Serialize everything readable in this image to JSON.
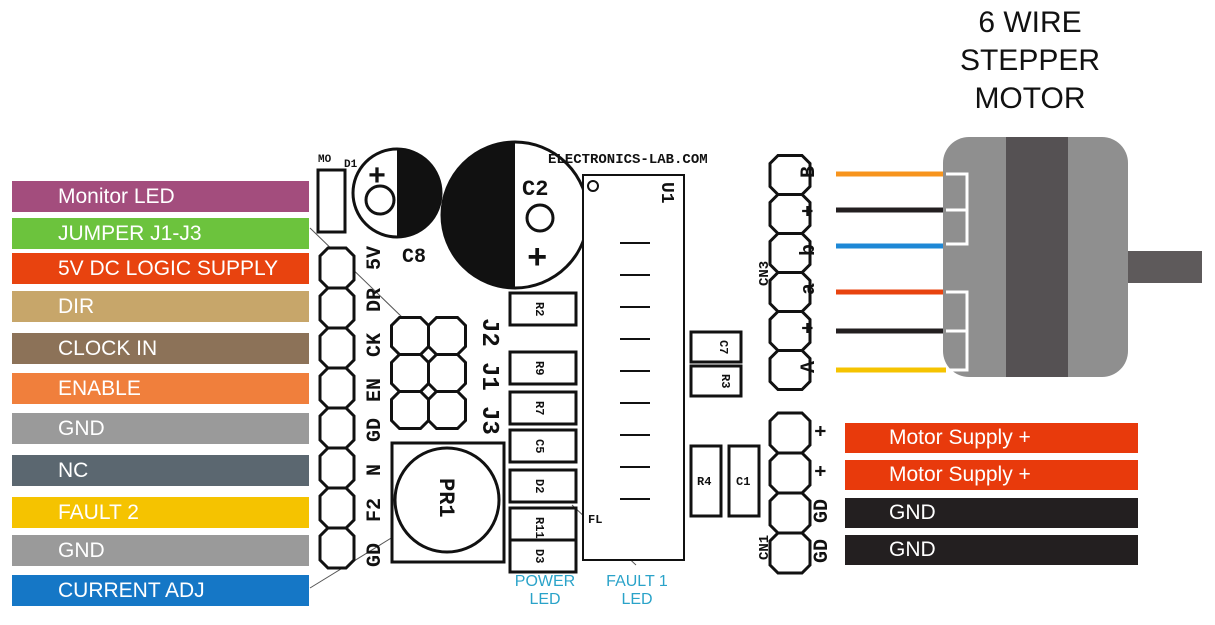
{
  "title_lines": [
    "6 WIRE",
    "STEPPER",
    "MOTOR"
  ],
  "left_labels": [
    {
      "text": "Monitor LED",
      "color": "#a34d7d"
    },
    {
      "text": "JUMPER J1-J3",
      "color": "#6cc33d"
    },
    {
      "text": "5V DC LOGIC SUPPLY",
      "color": "#e8430f"
    },
    {
      "text": "DIR",
      "color": "#c7a66a"
    },
    {
      "text": "CLOCK IN",
      "color": "#8c7258"
    },
    {
      "text": "ENABLE",
      "color": "#f07f3c"
    },
    {
      "text": "GND",
      "color": "#9a9a9a"
    },
    {
      "text": "NC",
      "color": "#5b6770"
    },
    {
      "text": "FAULT 2",
      "color": "#f5c300"
    },
    {
      "text": "GND",
      "color": "#9a9a9a"
    },
    {
      "text": "CURRENT ADJ",
      "color": "#1577c6"
    }
  ],
  "right_labels": [
    {
      "text": "Motor Supply +",
      "color": "#e83a0c"
    },
    {
      "text": "Motor Supply +",
      "color": "#e83a0c"
    },
    {
      "text": "GND",
      "color": "#231f20"
    },
    {
      "text": "GND",
      "color": "#231f20"
    }
  ],
  "led_labels": {
    "power": [
      "POWER",
      "LED"
    ],
    "fault": [
      "FAULT 1",
      "LED"
    ]
  },
  "silkscreen": {
    "site": "ELECTRONICS-LAB.COM",
    "u1": "U1",
    "c2": "C2",
    "c8": "C8",
    "mo": "MO",
    "d1": "D1",
    "pr1": "PR1",
    "j_labels": [
      "J2",
      "J1",
      "J3"
    ],
    "resistors": [
      "R2",
      "R9",
      "R7",
      "C5",
      "D2",
      "R11",
      "D3"
    ],
    "c7": "C7",
    "r3": "R3",
    "r4": "R4",
    "c1": "C1",
    "fl": "FL",
    "cn3": "CN3",
    "cn1": "CN1",
    "left_pin_marks": [
      "5V",
      "DR",
      "CK",
      "EN",
      "GD",
      "N",
      "F2",
      "GD"
    ],
    "cn3_marks": [
      "B",
      "+",
      "b",
      "a",
      "+",
      "A"
    ],
    "cn1_marks": [
      "+",
      "+",
      "GD",
      "GD"
    ]
  },
  "wire_colors": [
    "#f7941d",
    "#231f20",
    "#1e88d6",
    "#e8430f",
    "#231f20",
    "#f5c300"
  ]
}
